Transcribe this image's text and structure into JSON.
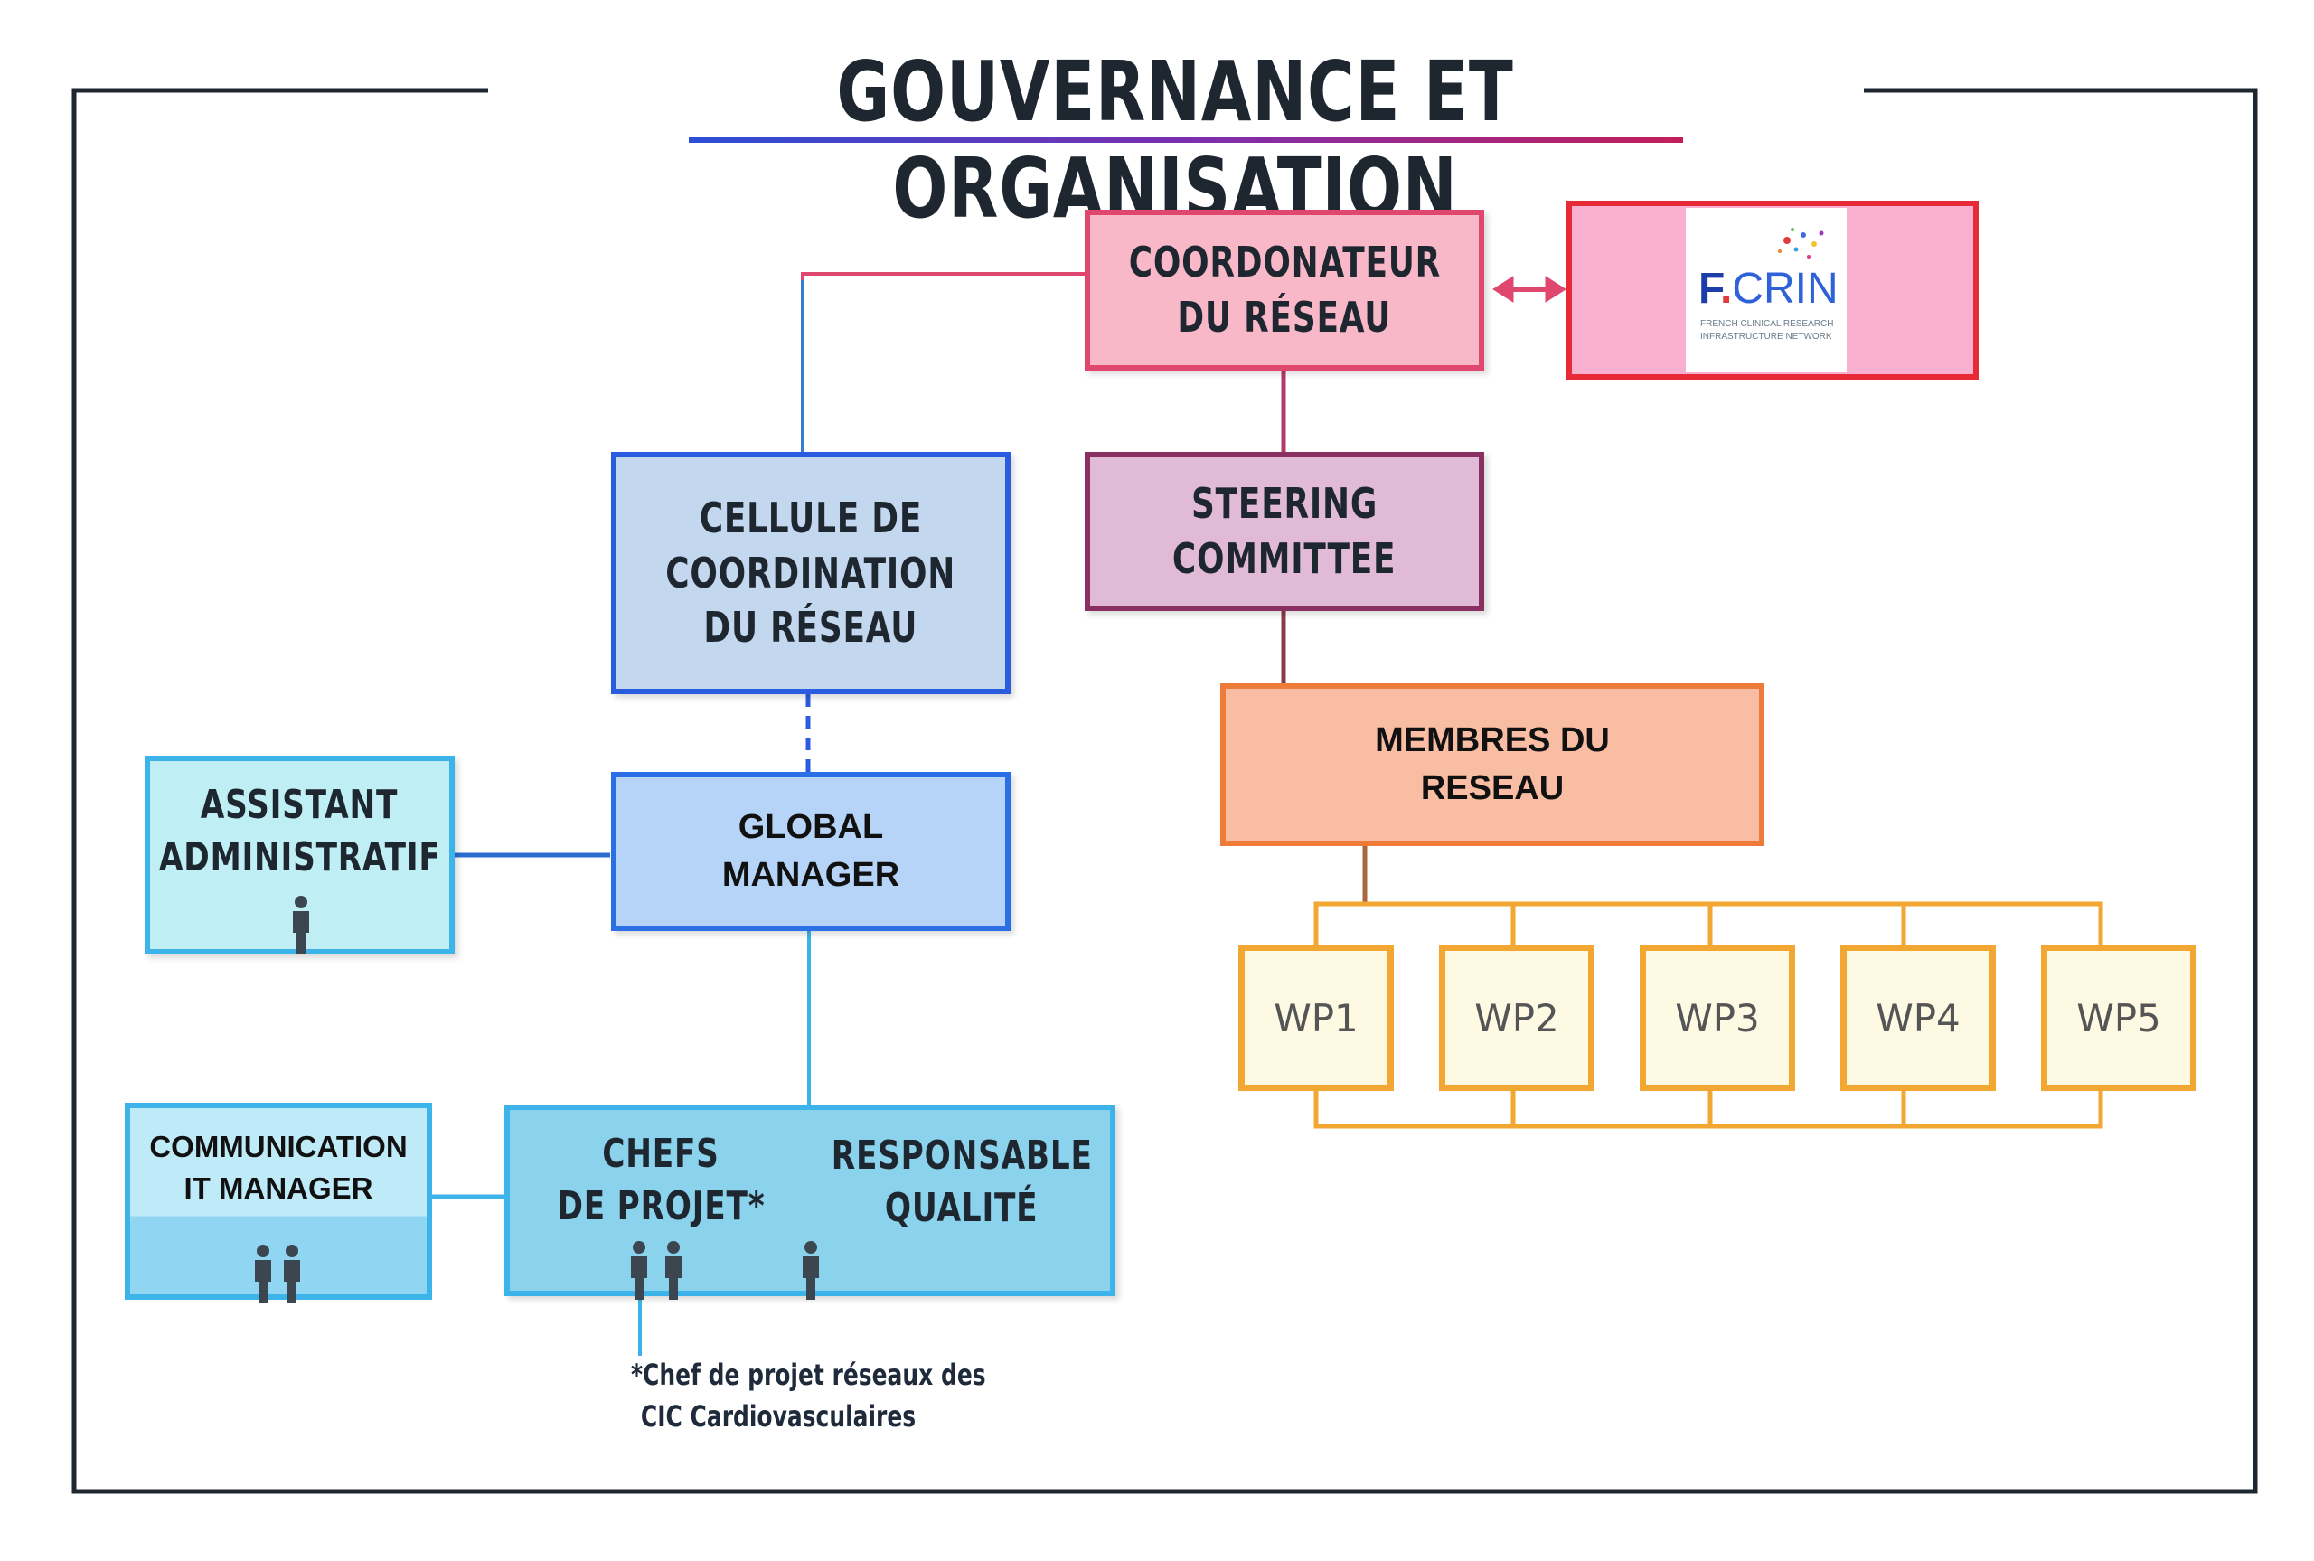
{
  "title": "GOUVERNANCE ET ORGANISATION",
  "colors": {
    "pink": "#e0476e",
    "blue": "#2a5ce0",
    "plum": "#8a2f62",
    "orange": "#ee7b37",
    "gold": "#f2a733",
    "cyan": "#3cb4ea",
    "frame": "#1e2630"
  },
  "nodes": {
    "coordonateur": [
      "COORDONATEUR",
      "DU RÉSEAU"
    ],
    "cellule": [
      "CELLULE DE",
      "COORDINATION",
      "DU RÉSEAU"
    ],
    "steering": [
      "STEERING",
      "COMMITTEE"
    ],
    "membres": [
      "MEMBRES DU",
      "RESEAU"
    ],
    "global_manager": [
      "GLOBAL",
      "MANAGER"
    ],
    "assistant": [
      "ASSISTANT",
      "ADMINISTRATIF"
    ],
    "communication": [
      "COMMUNICATION",
      "IT MANAGER"
    ],
    "chefs": [
      "CHEFS",
      "DE PROJET*"
    ],
    "responsable": [
      "RESPONSABLE",
      "QUALITÉ"
    ]
  },
  "work_packages": [
    "WP1",
    "WP2",
    "WP3",
    "WP4",
    "WP5"
  ],
  "fcrin_logo": {
    "f": "F",
    "name": "CRIN",
    "tagline": [
      "FRENCH CLINICAL RESEARCH",
      "INFRASTRUCTURE NETWORK"
    ]
  },
  "footnote": [
    "*Chef de projet réseaux des",
    "CIC Cardiovasculaires"
  ],
  "icons": [
    "person-icon",
    "double-arrow-icon"
  ]
}
